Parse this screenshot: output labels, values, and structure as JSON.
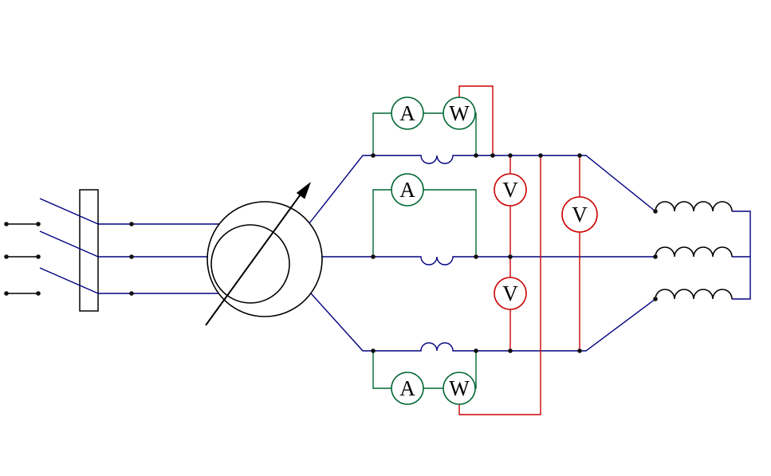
{
  "meters": {
    "ammeter_top": "A",
    "wattmeter_top": "W",
    "ammeter_middle": "A",
    "ammeter_bottom": "A",
    "wattmeter_bottom": "W",
    "voltmeter_upper": "V",
    "voltmeter_lower": "V",
    "voltmeter_line": "V"
  },
  "colors": {
    "wire": "#000080",
    "meter_loop": "#006633",
    "voltage_wire": "#cc0000",
    "component": "#000000",
    "junction": "#101010"
  }
}
